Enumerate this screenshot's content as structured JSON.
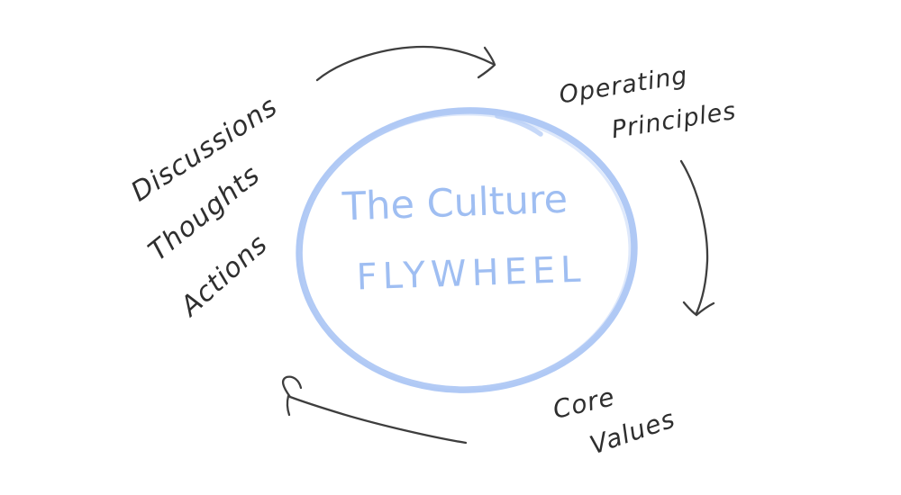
{
  "diagram": {
    "kind": "hand-drawn flywheel sketch",
    "background_color": "#ffffff",
    "ink_color": "#2e2e2e",
    "accent_blue": "#a7c3f4",
    "title_blue": "#9fbef2"
  },
  "flywheel": {
    "title_line1": "The Culture",
    "title_line2": "FLYWHEEL"
  },
  "labels": {
    "discussions": "Discussions",
    "thoughts": "Thoughts",
    "actions": "Actions",
    "operating_line1": "Operating",
    "operating_line2": "Principles",
    "core_line1": "Core",
    "core_line2": "Values"
  },
  "icons": {
    "arrow_top": "curved-arrow-right-icon",
    "arrow_right": "curved-arrow-down-icon",
    "arrow_bottom_left": "curved-arrow-up-left-icon",
    "circle": "flywheel-circle-sketch"
  }
}
